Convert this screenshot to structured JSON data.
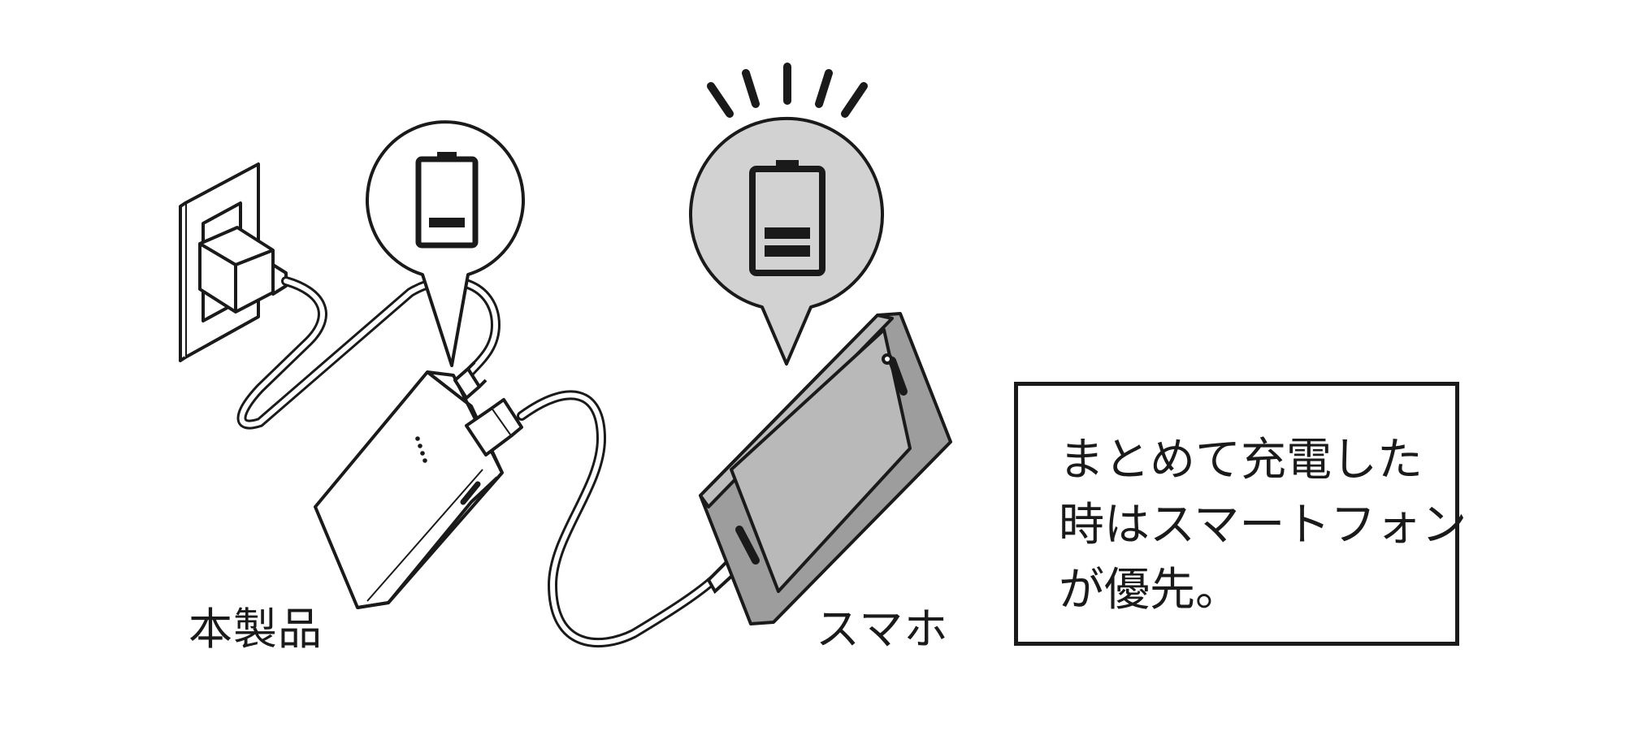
{
  "labels": {
    "product": "本製品",
    "phone": "スマホ"
  },
  "note": {
    "lines": [
      "まとめて充電した",
      "時はスマートフォン",
      "が優先。"
    ]
  },
  "status": {
    "product_battery_level": 0.33,
    "phone_battery_level": 0.67,
    "phone_priority_highlight": true
  },
  "colors": {
    "line": "#1a1a1a",
    "phone_body": "#9d9d9d",
    "phone_screen": "#b9b9b9",
    "bubble_highlight": "#d2d2d2",
    "background": "#ffffff"
  },
  "icons": [
    "wall-outlet-icon",
    "ac-adapter-icon",
    "battery-icon",
    "power-bank-icon",
    "smartphone-icon",
    "usb-cable-icon"
  ]
}
